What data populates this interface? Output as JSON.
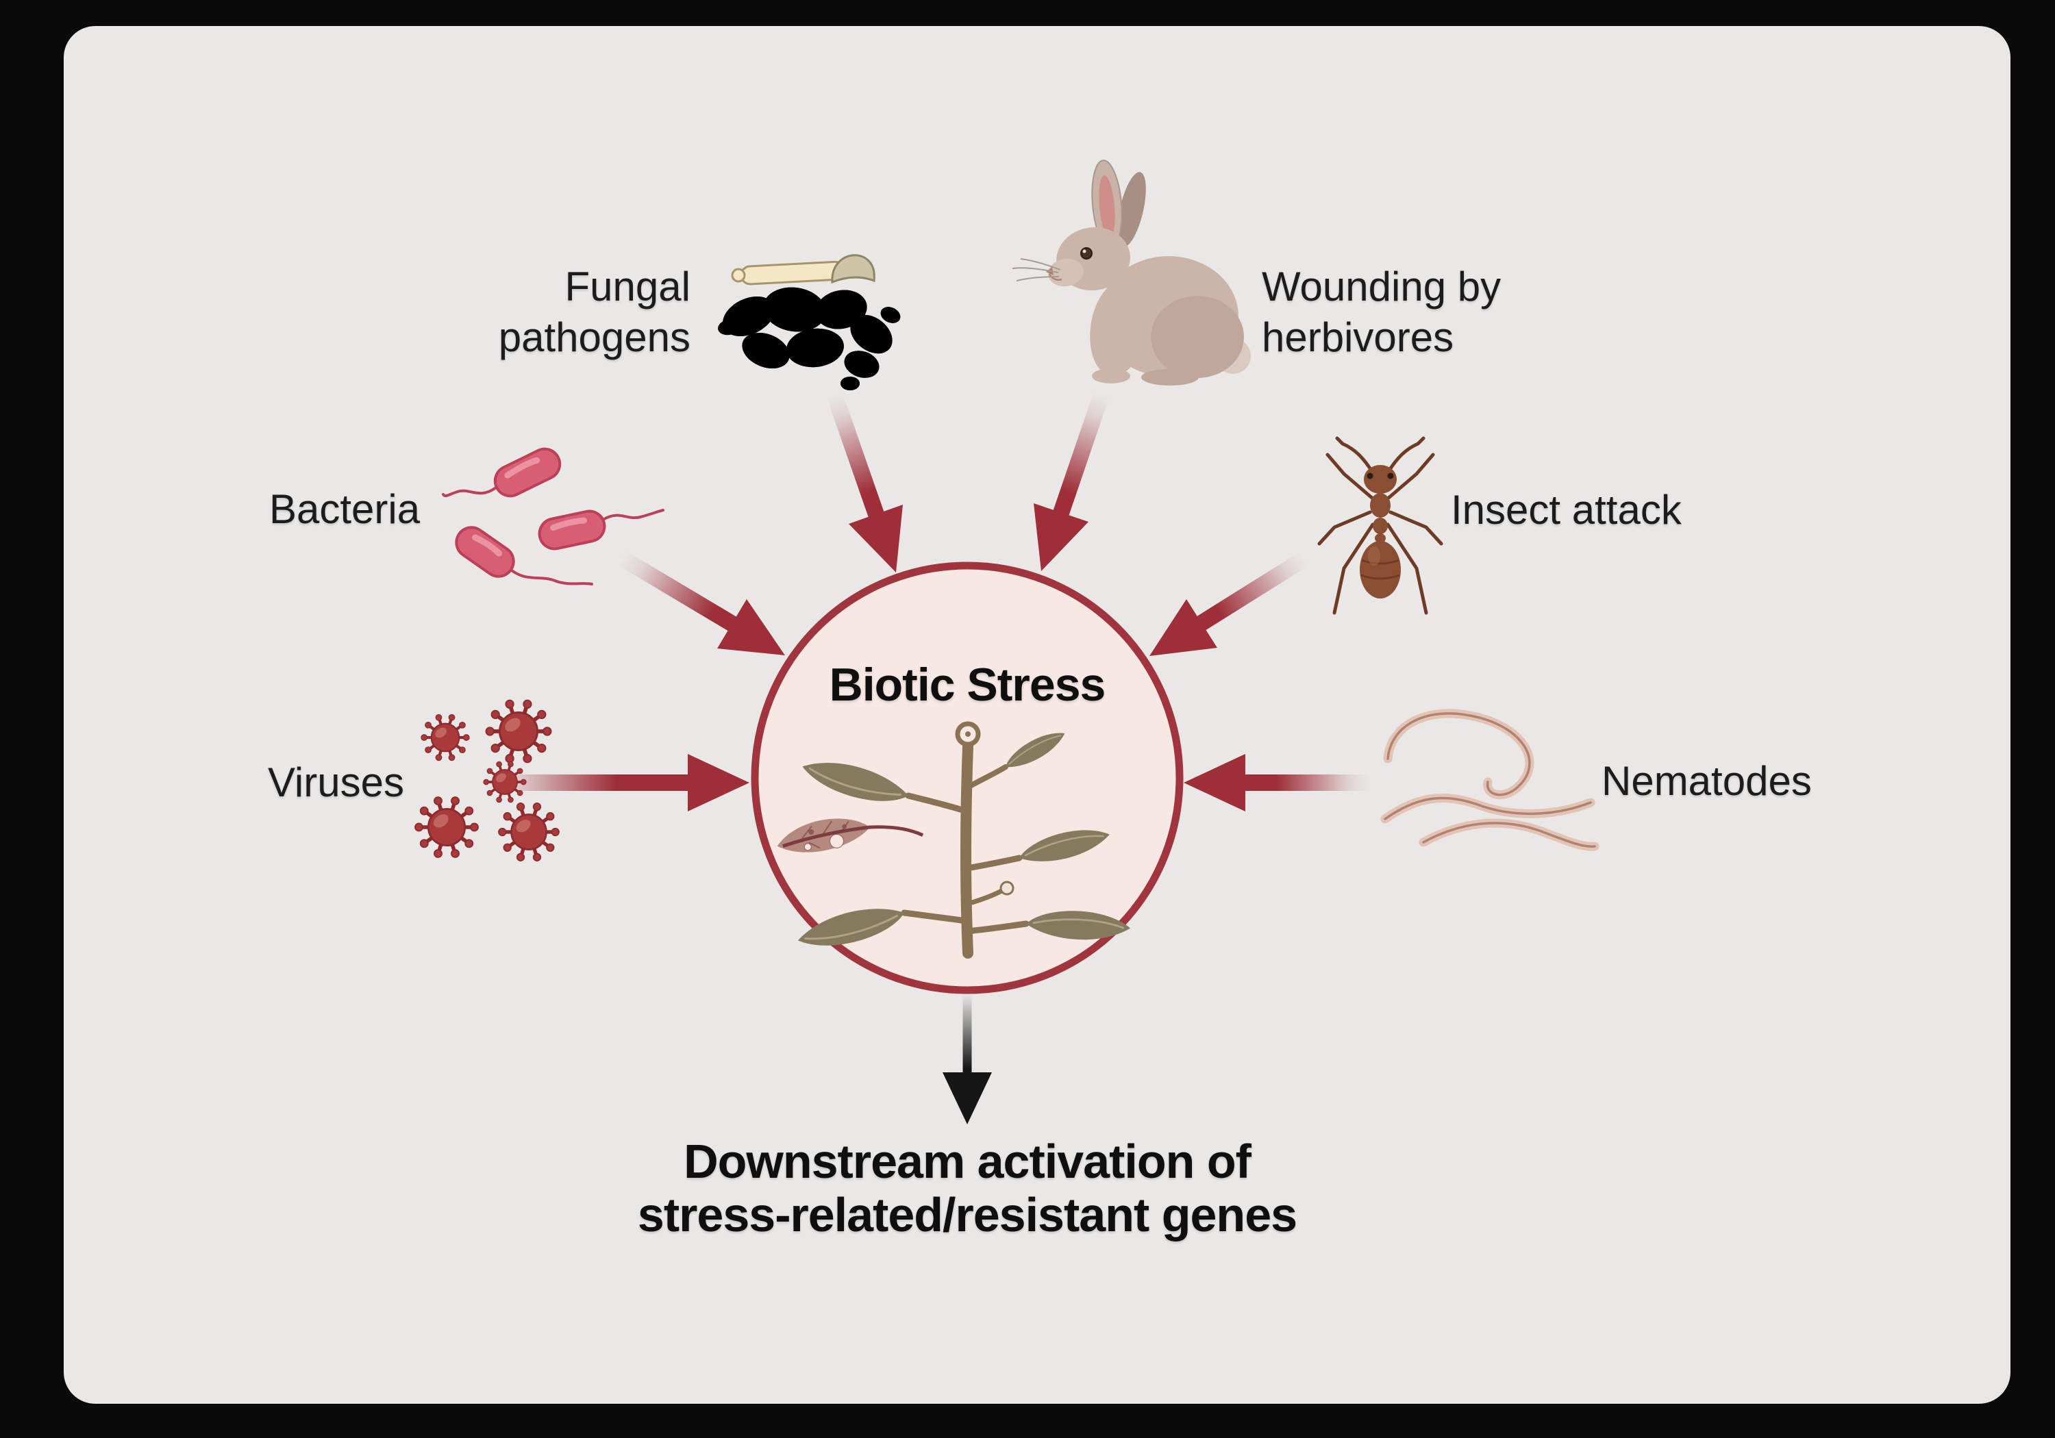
{
  "figure": {
    "title": "Biotic Stress",
    "outcome_line1": "Downstream activation of",
    "outcome_line2": "stress-related/resistant genes"
  },
  "stressors": {
    "fungal": {
      "line1": "Fungal",
      "line2": "pathogens",
      "icon": "fungal-pathogens-icon"
    },
    "herbivores": {
      "line1": "Wounding by",
      "line2": "herbivores",
      "icon": "rabbit-icon"
    },
    "bacteria": {
      "label": "Bacteria",
      "icon": "bacteria-icon"
    },
    "insects": {
      "label": "Insect attack",
      "icon": "ant-icon"
    },
    "viruses": {
      "label": "Viruses",
      "icon": "virus-particles-icon"
    },
    "nematodes": {
      "label": "Nematodes",
      "icon": "nematodes-icon"
    }
  },
  "palette": {
    "background": "#0a0a0a",
    "panel": "#e9e8e7",
    "arrow_red": "#9e2f38",
    "circle_fill": "#f7e8e4",
    "circle_stroke": "#a1353e",
    "text": "#1c1c1c",
    "black_arrow": "#161616"
  }
}
